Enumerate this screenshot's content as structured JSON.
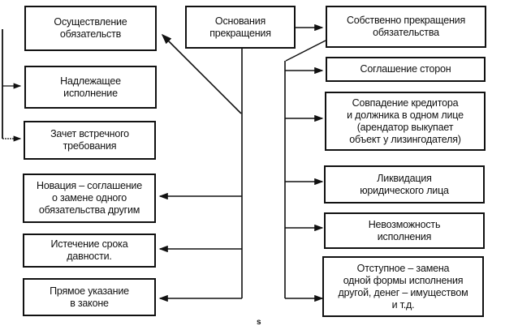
{
  "diagram": {
    "center": {
      "id": "center",
      "label": "Основания\nпрекращения"
    },
    "left_items": [
      {
        "id": "l1",
        "label": "Осуществление\nобязательств"
      },
      {
        "id": "l2",
        "label": "Надлежащее\nисполнение"
      },
      {
        "id": "l3",
        "label": "Зачет встречного\nтребования"
      },
      {
        "id": "l4",
        "label": "Новация – соглашение\nо замене одного\nобязательства другим"
      },
      {
        "id": "l5",
        "label": "Истечение срока\nдавности."
      },
      {
        "id": "l6",
        "label": "Прямое указание\nв законе"
      }
    ],
    "right_items": [
      {
        "id": "r1",
        "label": "Собственно прекращения\nобязательства"
      },
      {
        "id": "r2",
        "label": "Соглашение сторон"
      },
      {
        "id": "r3",
        "label": "Совпадение кредитора\nи должника в одном лице\n(арендатор выкупает\nобъект у лизингодателя)"
      },
      {
        "id": "r4",
        "label": "Ликвидация\nюридического лица"
      },
      {
        "id": "r5",
        "label": "Невозможность\nисполнения"
      },
      {
        "id": "r6",
        "label": "Отступное – замена\nодной формы исполнения\nдругой, денег – имуществом\nи т.д."
      }
    ],
    "edges": [
      {
        "from": "center",
        "to": "l1"
      },
      {
        "from": "center",
        "to": "l4"
      },
      {
        "from": "center",
        "to": "l5"
      },
      {
        "from": "center",
        "to": "l6"
      },
      {
        "from": "center",
        "to": "r1"
      },
      {
        "from": "r1",
        "to": "r2"
      },
      {
        "from": "r1",
        "to": "r3"
      },
      {
        "from": "r1",
        "to": "r4"
      },
      {
        "from": "r1",
        "to": "r5"
      },
      {
        "from": "r1",
        "to": "r6"
      },
      {
        "from": "l1",
        "to": "l2"
      },
      {
        "from": "l1",
        "to": "l3"
      }
    ],
    "footer_mark": "s"
  }
}
